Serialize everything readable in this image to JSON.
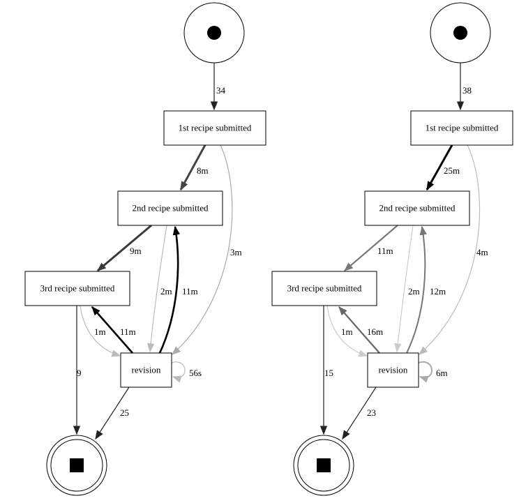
{
  "diagrams": [
    {
      "nodes": {
        "r1": "1st recipe submitted",
        "r2": "2nd recipe submitted",
        "r3": "3rd recipe submitted",
        "rev": "revision"
      },
      "edges": [
        {
          "id": "start_r1",
          "from": "start",
          "to": "r1",
          "label": "34",
          "color": "#222222"
        },
        {
          "id": "r1_r2",
          "from": "r1",
          "to": "r2",
          "label": "8m",
          "color": "#444444"
        },
        {
          "id": "r1_rev",
          "from": "r1",
          "to": "rev",
          "label": "3m",
          "color": "#aaaaaa"
        },
        {
          "id": "r2_r3",
          "from": "r2",
          "to": "r3",
          "label": "9m",
          "color": "#3a3a3a"
        },
        {
          "id": "r2_rev",
          "from": "r2",
          "to": "rev",
          "label": "2m",
          "color": "#bbbbbb"
        },
        {
          "id": "rev_r2",
          "from": "rev",
          "to": "r2",
          "label": "11m",
          "color": "#000000"
        },
        {
          "id": "r3_rev",
          "from": "r3",
          "to": "rev",
          "label": "1m",
          "color": "#bbbbbb"
        },
        {
          "id": "rev_r3",
          "from": "rev",
          "to": "r3",
          "label": "11m",
          "color": "#000000"
        },
        {
          "id": "r3_end",
          "from": "r3",
          "to": "end",
          "label": "9",
          "color": "#222222"
        },
        {
          "id": "rev_end",
          "from": "rev",
          "to": "end",
          "label": "25",
          "color": "#222222"
        },
        {
          "id": "rev_loop",
          "from": "rev",
          "to": "rev",
          "label": "56s",
          "color": "#bbbbbb"
        }
      ]
    },
    {
      "nodes": {
        "r1": "1st recipe submitted",
        "r2": "2nd recipe submitted",
        "r3": "3rd recipe submitted",
        "rev": "revision"
      },
      "edges": [
        {
          "id": "start_r1",
          "from": "start",
          "to": "r1",
          "label": "38",
          "color": "#222222"
        },
        {
          "id": "r1_r2",
          "from": "r1",
          "to": "r2",
          "label": "25m",
          "color": "#000000"
        },
        {
          "id": "r1_rev",
          "from": "r1",
          "to": "rev",
          "label": "4m",
          "color": "#bbbbbb"
        },
        {
          "id": "r2_r3",
          "from": "r2",
          "to": "r3",
          "label": "11m",
          "color": "#777777"
        },
        {
          "id": "r2_rev",
          "from": "r2",
          "to": "rev",
          "label": "2m",
          "color": "#cccccc"
        },
        {
          "id": "rev_r2",
          "from": "rev",
          "to": "r2",
          "label": "12m",
          "color": "#777777"
        },
        {
          "id": "r3_rev",
          "from": "r3",
          "to": "rev",
          "label": "1m",
          "color": "#cccccc"
        },
        {
          "id": "rev_r3",
          "from": "rev",
          "to": "r3",
          "label": "16m",
          "color": "#666666"
        },
        {
          "id": "r3_end",
          "from": "r3",
          "to": "end",
          "label": "15",
          "color": "#222222"
        },
        {
          "id": "rev_end",
          "from": "rev",
          "to": "end",
          "label": "23",
          "color": "#222222"
        },
        {
          "id": "rev_loop",
          "from": "rev",
          "to": "rev",
          "label": "6m",
          "color": "#aaaaaa"
        }
      ]
    }
  ]
}
